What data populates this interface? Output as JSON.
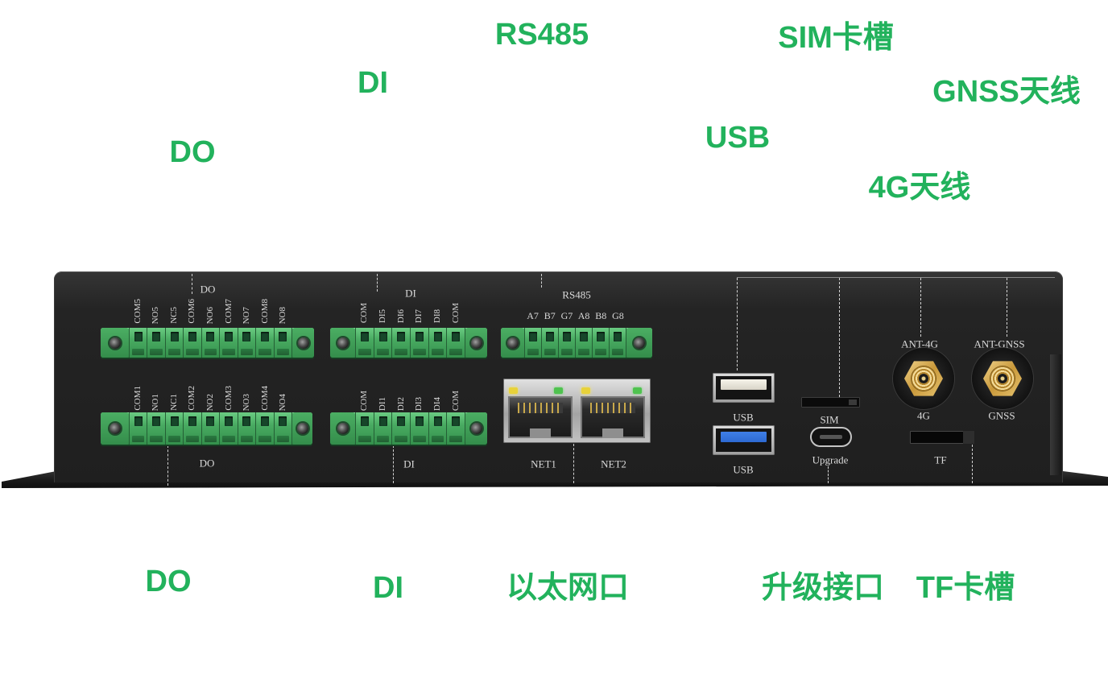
{
  "callouts": {
    "top": {
      "rs485": "RS485",
      "sim_slot": "SIM卡槽",
      "di": "DI",
      "gnss_antenna": "GNSS天线",
      "usb": "USB",
      "do": "DO",
      "antenna_4g": "4G天线"
    },
    "bottom": {
      "do": "DO",
      "di": "DI",
      "ethernet": "以太网口",
      "upgrade_port": "升级接口",
      "tf_slot": "TF卡槽"
    }
  },
  "device": {
    "do_top": {
      "title": "DO",
      "pins": [
        "COM5",
        "NO5",
        "NC5",
        "COM6",
        "NO6",
        "COM7",
        "NO7",
        "COM8",
        "NO8"
      ]
    },
    "di_top": {
      "title": "DI",
      "pins": [
        "COM",
        "DI5",
        "DI6",
        "DI7",
        "DI8",
        "COM"
      ]
    },
    "rs485": {
      "title": "RS485",
      "pins": [
        "A7",
        "B7",
        "G7",
        "A8",
        "B8",
        "G8"
      ]
    },
    "do_bottom": {
      "title": "DO",
      "pins": [
        "COM1",
        "NO1",
        "NC1",
        "COM2",
        "NO2",
        "COM3",
        "NO3",
        "COM4",
        "NO4"
      ]
    },
    "di_bottom": {
      "title": "DI",
      "pins": [
        "COM",
        "DI1",
        "DI2",
        "DI3",
        "DI4",
        "COM"
      ]
    },
    "ethernet": {
      "net1": "NET1",
      "net2": "NET2"
    },
    "usb_top_label": "USB",
    "usb_bottom_label": "USB",
    "sim_label": "SIM",
    "upgrade_label": "Upgrade",
    "ant_4g_label": "ANT-4G",
    "ant_gnss_label": "ANT-GNSS",
    "antenna_4g_label": "4G",
    "antenna_gnss_label": "GNSS",
    "tf_label": "TF"
  },
  "colors": {
    "callout_green": "#22b25c",
    "device_body": "#242424",
    "terminal_green": "#3f9f57",
    "led_yellow": "#e8d23a",
    "led_green": "#4fc24f",
    "usb3_blue": "#2d69d2",
    "sma_brass": "#c9983a"
  }
}
